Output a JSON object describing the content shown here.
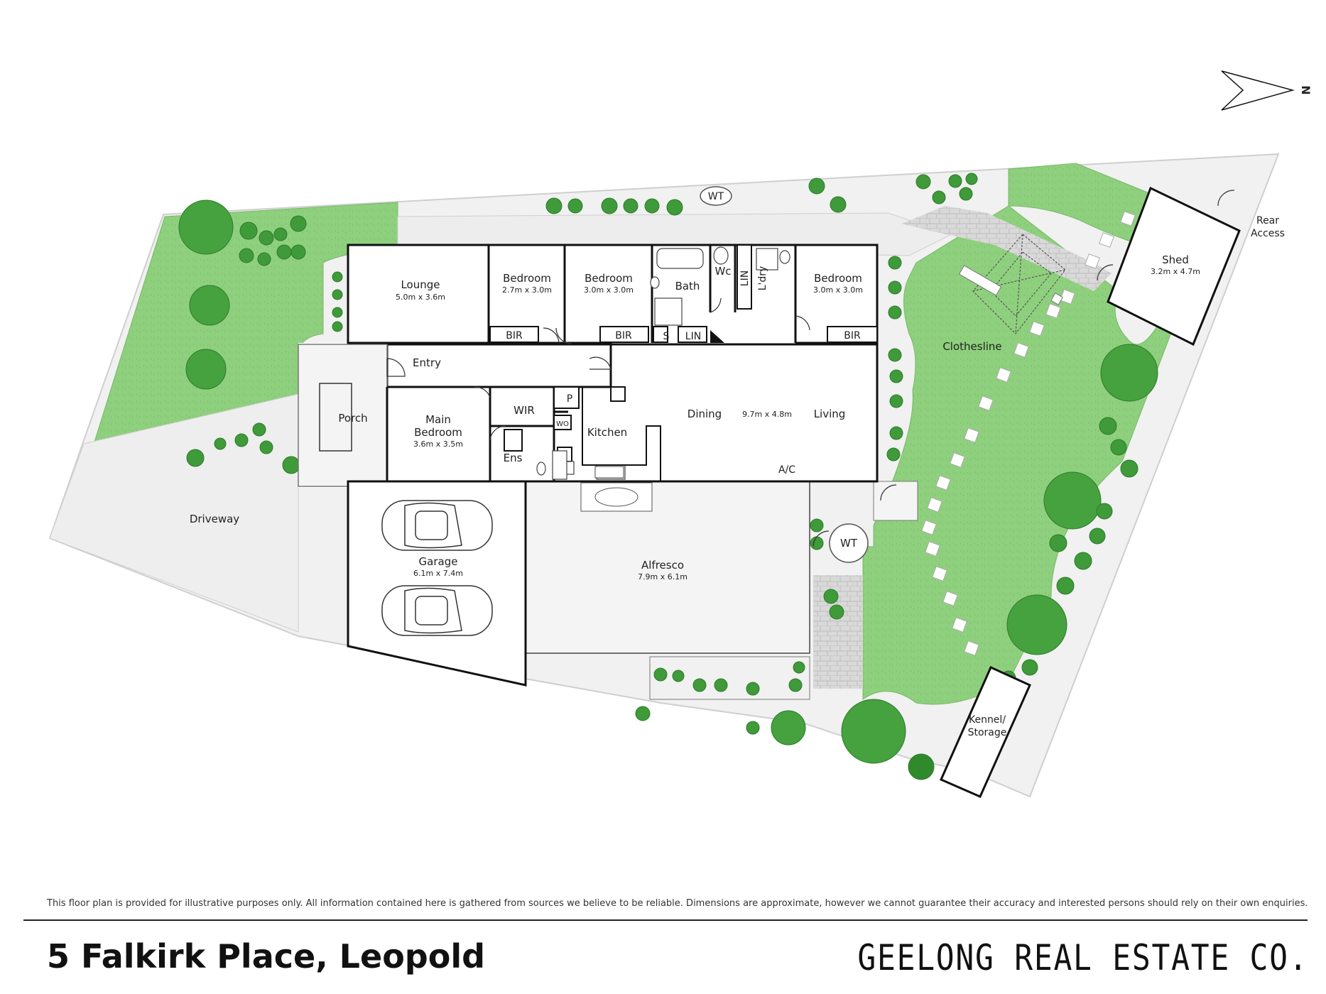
{
  "rooms": {
    "lounge": {
      "name": "Lounge",
      "dims": "5.0m x 3.6m"
    },
    "bedroom2": {
      "name": "Bedroom",
      "dims": "2.7m x 3.0m"
    },
    "bedroom3": {
      "name": "Bedroom",
      "dims": "3.0m x 3.0m"
    },
    "bedroom4": {
      "name": "Bedroom",
      "dims": "3.0m x 3.0m"
    },
    "bath": "Bath",
    "wc": "Wc",
    "lin1": "LIN",
    "ldry": "L'dry",
    "shower": "S",
    "lin2": "LIN",
    "bir1": "BIR",
    "bir2": "BIR",
    "bir3": "BIR",
    "entry": "Entry",
    "porch": "Porch",
    "main_bedroom": {
      "name_line1": "Main",
      "name_line2": "Bedroom",
      "dims": "3.6m x 3.5m"
    },
    "wir": "WIR",
    "ens": "Ens",
    "pantry": "P",
    "wo": "WO",
    "kitchen": "Kitchen",
    "dining": "Dining",
    "living": "Living",
    "dining_living_dims": "9.7m x 4.8m",
    "ac": "A/C",
    "garage": {
      "name": "Garage",
      "dims": "6.1m x 7.4m"
    },
    "alfresco": {
      "name": "Alfresco",
      "dims": "7.9m x 6.1m"
    },
    "driveway": "Driveway",
    "wt1": "WT",
    "wt2": "WT",
    "clothesline": "Clothesline",
    "shed": {
      "name": "Shed",
      "dims": "3.2m x 4.7m"
    },
    "rear_access": {
      "line1": "Rear",
      "line2": "Access"
    },
    "kennel": {
      "line1": "Kennel/",
      "line2": "Storage"
    }
  },
  "compass": "N",
  "colors": {
    "lawn": "#8fd07e",
    "plant": "#3f9a3a",
    "wall": "#111111",
    "paving": "#f0f0f0"
  },
  "footer": {
    "disclaimer": "This floor plan is provided for illustrative purposes only. All information contained here is gathered from sources we believe to be reliable. Dimensions are approximate, however we cannot guarantee their accuracy and interested persons should rely on their own enquiries.",
    "address": "5 Falkirk Place, Leopold",
    "brand": "GEELONG REAL ESTATE CO."
  }
}
